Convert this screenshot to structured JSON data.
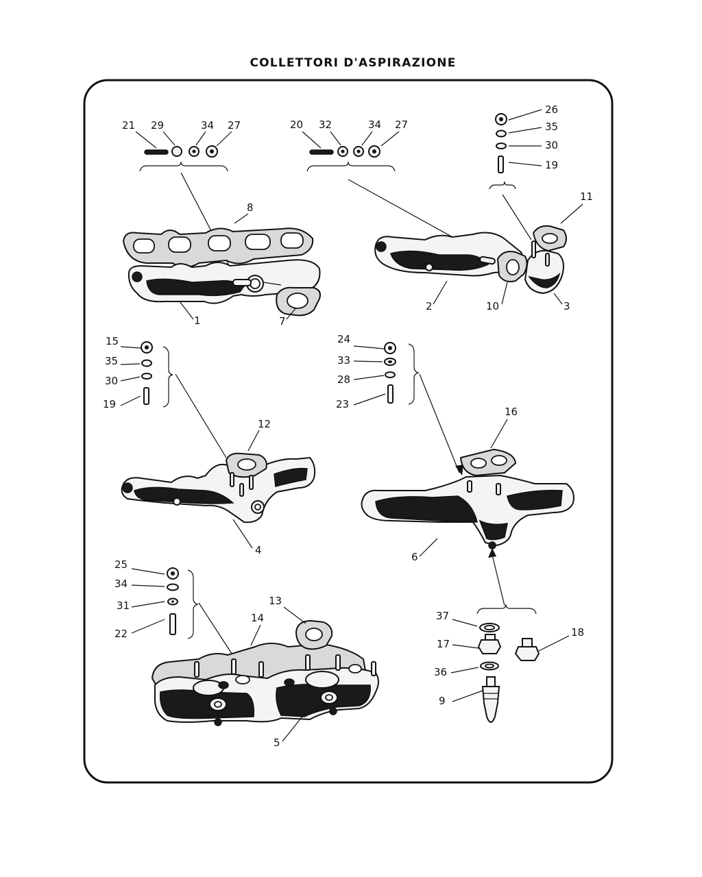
{
  "title": "COLLETTORI D'ASPIRAZIONE",
  "groups": {
    "a": [
      "21",
      "29",
      "34",
      "27"
    ],
    "b": [
      "20",
      "32",
      "34",
      "27"
    ],
    "c": [
      "26",
      "35",
      "30",
      "19"
    ],
    "d": [
      "15",
      "35",
      "30",
      "19"
    ],
    "e": [
      "24",
      "33",
      "28",
      "23"
    ],
    "f": [
      "25",
      "34",
      "31",
      "22"
    ],
    "g": [
      "37",
      "17",
      "36",
      "9"
    ]
  },
  "parts": [
    "8",
    "1",
    "7",
    "11",
    "2",
    "10",
    "3",
    "12",
    "4",
    "16",
    "6",
    "13",
    "14",
    "5",
    "18"
  ]
}
